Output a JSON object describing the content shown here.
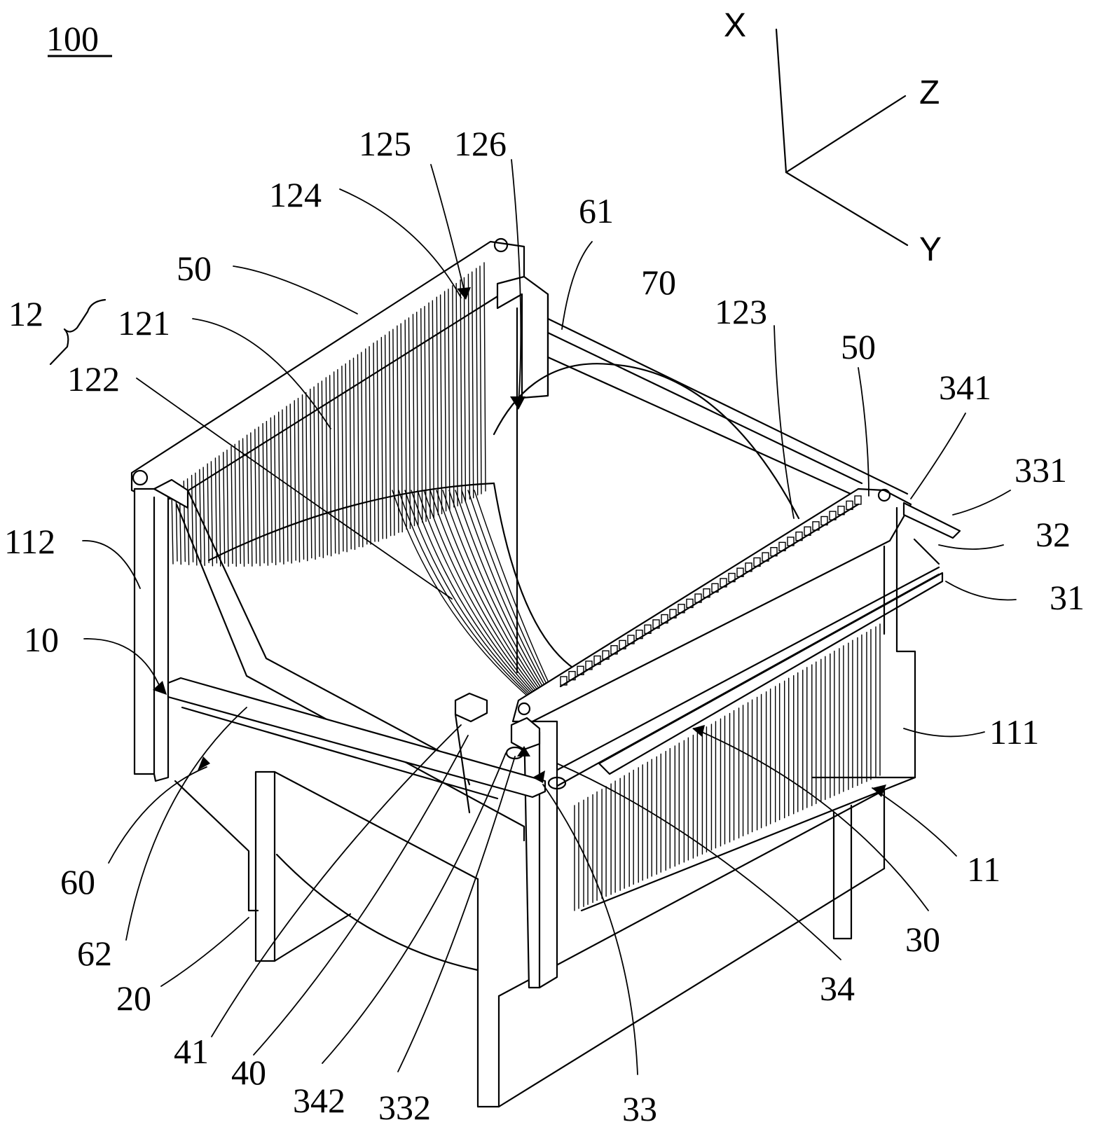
{
  "figure": {
    "ref": "100",
    "axes": {
      "x": "X",
      "y": "Y",
      "z": "Z"
    },
    "labels": [
      {
        "key": "l100",
        "text": "100"
      },
      {
        "key": "l12",
        "text": "12"
      },
      {
        "key": "l121",
        "text": "121"
      },
      {
        "key": "l122",
        "text": "122"
      },
      {
        "key": "l123",
        "text": "123"
      },
      {
        "key": "l124",
        "text": "124"
      },
      {
        "key": "l125",
        "text": "125"
      },
      {
        "key": "l126",
        "text": "126"
      },
      {
        "key": "l50a",
        "text": "50"
      },
      {
        "key": "l50b",
        "text": "50"
      },
      {
        "key": "l61",
        "text": "61"
      },
      {
        "key": "l70",
        "text": "70"
      },
      {
        "key": "l341",
        "text": "341"
      },
      {
        "key": "l331",
        "text": "331"
      },
      {
        "key": "l32",
        "text": "32"
      },
      {
        "key": "l31",
        "text": "31"
      },
      {
        "key": "l112",
        "text": "112"
      },
      {
        "key": "l10",
        "text": "10"
      },
      {
        "key": "l111",
        "text": "111"
      },
      {
        "key": "l11",
        "text": "11"
      },
      {
        "key": "l60",
        "text": "60"
      },
      {
        "key": "l62",
        "text": "62"
      },
      {
        "key": "l20",
        "text": "20"
      },
      {
        "key": "l41",
        "text": "41"
      },
      {
        "key": "l40",
        "text": "40"
      },
      {
        "key": "l342",
        "text": "342"
      },
      {
        "key": "l332",
        "text": "332"
      },
      {
        "key": "l33",
        "text": "33"
      },
      {
        "key": "l34",
        "text": "34"
      },
      {
        "key": "l30",
        "text": "30"
      }
    ]
  }
}
